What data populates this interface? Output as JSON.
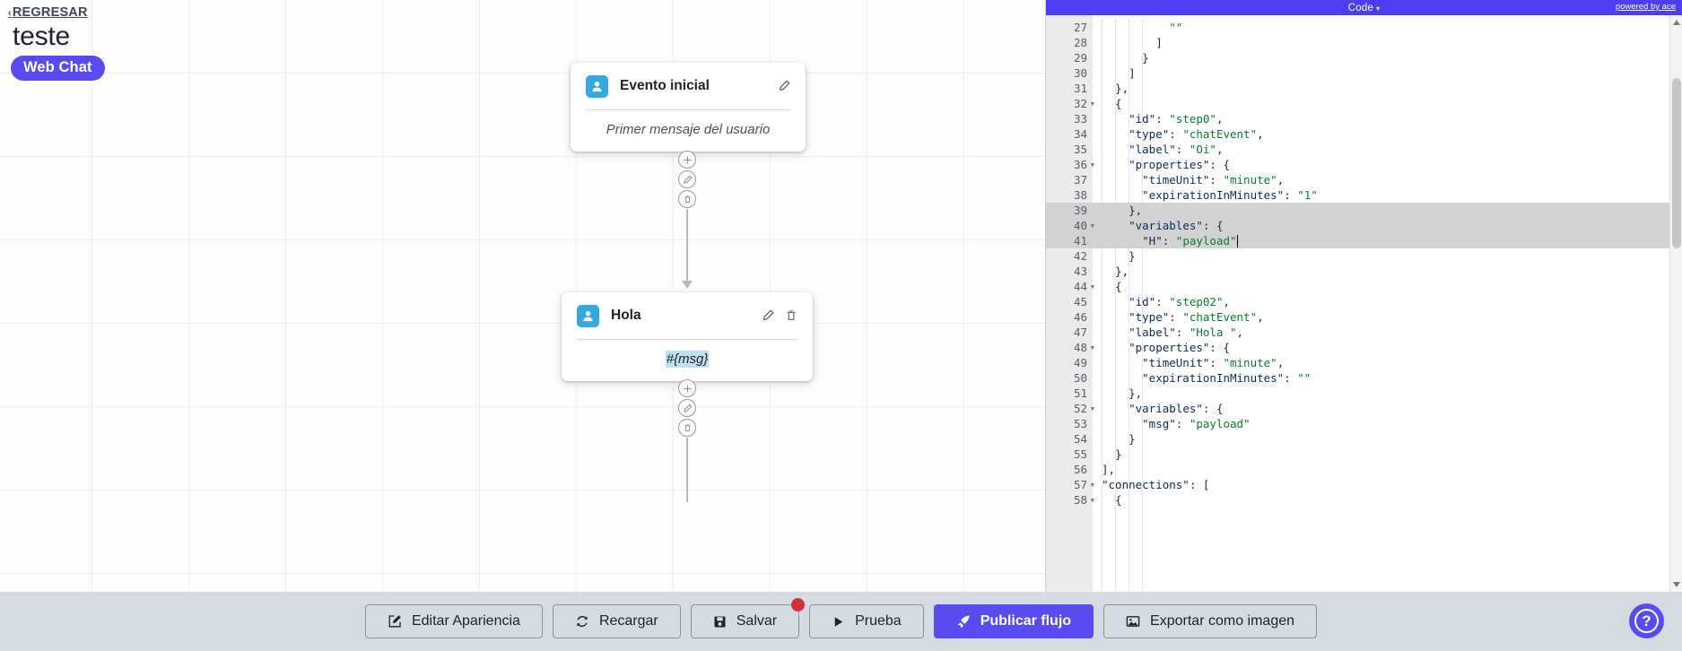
{
  "header": {
    "back_label": "REGRESAR",
    "back_chevron": "‹",
    "flow_title": "teste",
    "channel_badge": "Web Chat"
  },
  "canvas": {
    "nodes": [
      {
        "id": "node-initial",
        "title": "Evento inicial",
        "avatar_icon": "user-icon",
        "body_text": "Primer mensaje del usuario",
        "body_style": "placeholder",
        "actions": [
          "edit-icon"
        ]
      },
      {
        "id": "node-hola",
        "title": "Hola",
        "avatar_icon": "user-icon",
        "body_text": "#{msg}",
        "body_style": "variable",
        "actions": [
          "edit-icon",
          "trash-icon"
        ]
      }
    ],
    "connector_tools": [
      "plus-icon",
      "pencil-icon",
      "trash-icon"
    ]
  },
  "code_panel": {
    "title": "Code",
    "title_caret": "▾",
    "powered_by": "powered by ace",
    "first_line_number": 27,
    "lines": [
      {
        "n": 27,
        "fold": false,
        "selected": false,
        "text": "          \"\""
      },
      {
        "n": 28,
        "fold": false,
        "selected": false,
        "text": "        ]"
      },
      {
        "n": 29,
        "fold": false,
        "selected": false,
        "text": "      }"
      },
      {
        "n": 30,
        "fold": false,
        "selected": false,
        "text": "    ]"
      },
      {
        "n": 31,
        "fold": false,
        "selected": false,
        "text": "  },"
      },
      {
        "n": 32,
        "fold": true,
        "selected": false,
        "text": "  {"
      },
      {
        "n": 33,
        "fold": false,
        "selected": false,
        "text": "    \"id\": \"step0\","
      },
      {
        "n": 34,
        "fold": false,
        "selected": false,
        "text": "    \"type\": \"chatEvent\","
      },
      {
        "n": 35,
        "fold": false,
        "selected": false,
        "text": "    \"label\": \"Oi\","
      },
      {
        "n": 36,
        "fold": true,
        "selected": false,
        "text": "    \"properties\": {"
      },
      {
        "n": 37,
        "fold": false,
        "selected": false,
        "text": "      \"timeUnit\": \"minute\","
      },
      {
        "n": 38,
        "fold": false,
        "selected": false,
        "text": "      \"expirationInMinutes\": \"1\""
      },
      {
        "n": 39,
        "fold": false,
        "selected": true,
        "text": "    },"
      },
      {
        "n": 40,
        "fold": true,
        "selected": true,
        "text": "    \"variables\": {"
      },
      {
        "n": 41,
        "fold": false,
        "selected": true,
        "text": "      \"H\": \"payload\"",
        "cursor": true
      },
      {
        "n": 42,
        "fold": false,
        "selected": false,
        "text": "    }"
      },
      {
        "n": 43,
        "fold": false,
        "selected": false,
        "text": "  },"
      },
      {
        "n": 44,
        "fold": true,
        "selected": false,
        "text": "  {"
      },
      {
        "n": 45,
        "fold": false,
        "selected": false,
        "text": "    \"id\": \"step02\","
      },
      {
        "n": 46,
        "fold": false,
        "selected": false,
        "text": "    \"type\": \"chatEvent\","
      },
      {
        "n": 47,
        "fold": false,
        "selected": false,
        "text": "    \"label\": \"Hola \","
      },
      {
        "n": 48,
        "fold": true,
        "selected": false,
        "text": "    \"properties\": {"
      },
      {
        "n": 49,
        "fold": false,
        "selected": false,
        "text": "      \"timeUnit\": \"minute\","
      },
      {
        "n": 50,
        "fold": false,
        "selected": false,
        "text": "      \"expirationInMinutes\": \"\""
      },
      {
        "n": 51,
        "fold": false,
        "selected": false,
        "text": "    },"
      },
      {
        "n": 52,
        "fold": true,
        "selected": false,
        "text": "    \"variables\": {"
      },
      {
        "n": 53,
        "fold": false,
        "selected": false,
        "text": "      \"msg\": \"payload\""
      },
      {
        "n": 54,
        "fold": false,
        "selected": false,
        "text": "    }"
      },
      {
        "n": 55,
        "fold": false,
        "selected": false,
        "text": "  }"
      },
      {
        "n": 56,
        "fold": false,
        "selected": false,
        "text": "],"
      },
      {
        "n": 57,
        "fold": true,
        "selected": false,
        "text": "\"connections\": ["
      },
      {
        "n": 58,
        "fold": true,
        "selected": false,
        "text": "  {"
      }
    ]
  },
  "toolbar": {
    "buttons": [
      {
        "label": "Editar Apariencia",
        "icon": "pencil-square-icon",
        "primary": false,
        "badge": false
      },
      {
        "label": "Recargar",
        "icon": "refresh-icon",
        "primary": false,
        "badge": false
      },
      {
        "label": "Salvar",
        "icon": "save-disk-icon",
        "primary": false,
        "badge": true
      },
      {
        "label": "Prueba",
        "icon": "play-icon",
        "primary": false,
        "badge": false
      },
      {
        "label": "Publicar flujo",
        "icon": "rocket-icon",
        "primary": true,
        "badge": false
      },
      {
        "label": "Exportar como imagen",
        "icon": "image-icon",
        "primary": false,
        "badge": false
      }
    ],
    "help_label": "?",
    "badge_color": "#d32f3a",
    "primary_color": "#5a4bf0"
  }
}
